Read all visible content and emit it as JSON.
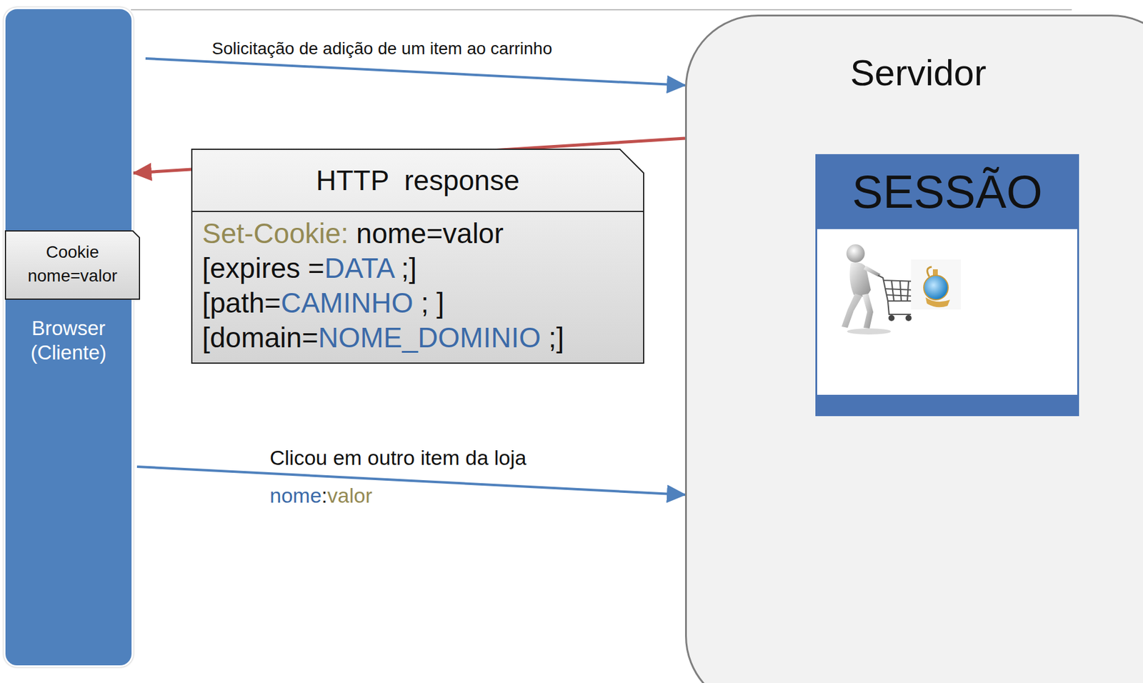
{
  "diagram": {
    "nodes": [
      {
        "text": [
          "Browser (Cliente)"
        ]
      },
      {
        "text": [
          "Cookie",
          "nome=valor"
        ],
        "in": 0
      },
      {
        "text": [
          "HTTP  response",
          "Set-Cookie: nome=valor",
          "[expires =DATA ;]",
          "[path=CAMINHO ; ]",
          "[domain=NOME_DOMINIO ;]"
        ]
      },
      {
        "text": [
          "Servidor"
        ]
      },
      {
        "text": [
          "SESSÃO"
        ],
        "in": 3
      }
    ],
    "edges": [
      {
        "from": 0,
        "to": 3,
        "arrow": "to",
        "label": "Solicitação de adição de um item ao carrinho"
      },
      {
        "from": 3,
        "to": 0,
        "arrow": "to"
      },
      {
        "from": 0,
        "to": 3,
        "arrow": "to",
        "label": "Clicou em outro item da loja"
      }
    ],
    "labels": [
      "nome:valor"
    ]
  }
}
